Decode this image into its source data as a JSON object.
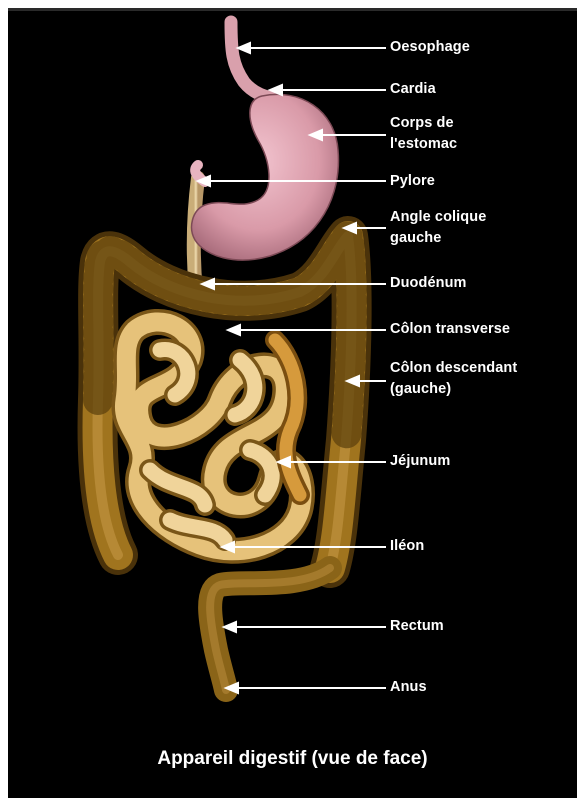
{
  "labels": {
    "oesophage": "Oesophage",
    "cardia": "Cardia",
    "corps_estomac": "Corps de\nl'estomac",
    "pylore": "Pylore",
    "angle_colique_gauche": "Angle colique\ngauche",
    "duodenum": "Duodénum",
    "colon_transverse": "Côlon transverse",
    "colon_descendant": "Côlon descendant\n(gauche)",
    "jejunum": "Jéjunum",
    "ileon": "Iléon",
    "rectum": "Rectum",
    "anus": "Anus"
  },
  "caption": "Appareil digestif (vue de face)",
  "colors": {
    "background": "#000000",
    "stomach": "#d99aa8",
    "colon": "#a0741e",
    "small_intestine": "#e6c27a",
    "label_text": "#ffffff"
  }
}
